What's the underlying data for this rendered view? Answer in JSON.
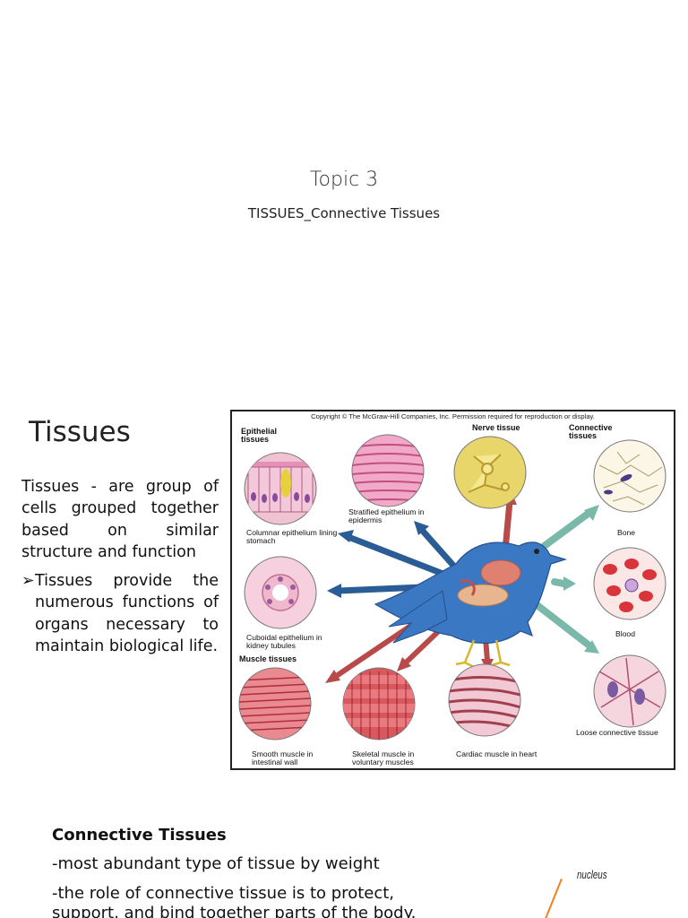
{
  "slide1": {
    "title": "Topic 3",
    "subtitle": "TISSUES_Connective Tissues"
  },
  "slide2": {
    "heading": "Tissues",
    "definition": "Tissues -  are group of cells grouped  together based   on   similar structure and function",
    "bullet_marker": "➢",
    "bullet": "Tissues provide the numerous functions of organs necessary to maintain biological life.",
    "figure": {
      "copyright": "Copyright © The McGraw-Hill Companies, Inc. Permission required for reproduction or display.",
      "labels": {
        "epithelial": "Epithelial tissues",
        "nerve": "Nerve tissue",
        "connective": "Connective tissues",
        "stratified": "Stratified epithelium in epidermis",
        "columnar": "Columnar epithelium lining stomach",
        "bone": "Bone",
        "cuboidal": "Cuboidal epithelium in kidney tubules",
        "blood": "Blood",
        "muscle": "Muscle tissues",
        "loose": "Loose connective tissue",
        "smooth": "Smooth muscle in intestinal wall",
        "skeletal": "Skeletal muscle in voluntary muscles",
        "cardiac": "Cardiac muscle in heart"
      },
      "colors": {
        "bird": "#3a78c4",
        "epithelium": "#e9a6c4",
        "nerve": "#e8d66a",
        "blood_cell": "#d8343a",
        "muscle": "#c8455a",
        "arrow_blue": "#2a5d96",
        "arrow_teal": "#7ab8aa",
        "arrow_red": "#b84a4a"
      }
    }
  },
  "slide3": {
    "heading": "Connective Tissues",
    "line1": "-most abundant type of tissue by weight",
    "line2": "-the role of connective tissue is to protect,",
    "line3": "support, and bind together parts of the body.",
    "diagram_label": "nucleus"
  }
}
